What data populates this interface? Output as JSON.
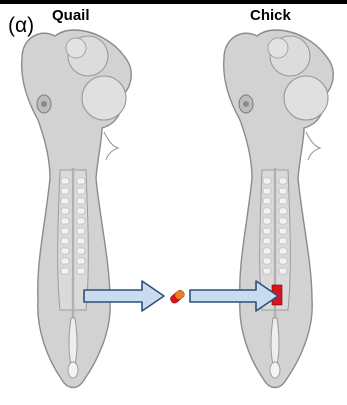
{
  "panel_label": "(α)",
  "left_title": "Quail",
  "right_title": "Chick",
  "colors": {
    "embryo_fill": "#d2d2d2",
    "embryo_edge": "#8c8c8c",
    "tissue_red": "#d9141c",
    "graft_orange": "#e87f2c",
    "arrow_fill": "#c9dcef",
    "arrow_edge": "#2d4f78"
  }
}
